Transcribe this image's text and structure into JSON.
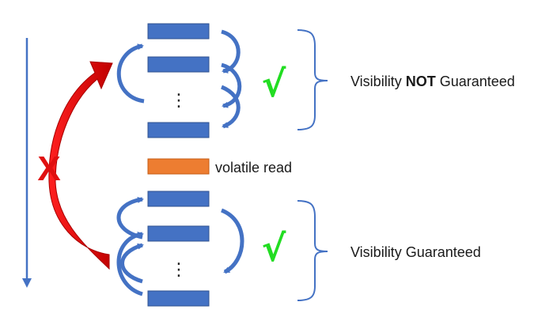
{
  "labels": {
    "volatile_read": "volatile read",
    "top_prefix": "Visibility ",
    "top_emphasis": "NOT",
    "top_suffix": " Guaranteed",
    "bottom": "Visibility Guaranteed",
    "forbidden_mark": "X",
    "allowed_mark": "√",
    "ellipsis": "⋮"
  },
  "colors": {
    "instruction_block": "#4472C4",
    "volatile_block": "#ED7D31",
    "reorder_arrow": "#4472C4",
    "forbidden_arrow": "#EE1111",
    "forbidden_mark": "#E01010",
    "allowed_mark": "#22DD22",
    "bracket": "#4472C4"
  }
}
